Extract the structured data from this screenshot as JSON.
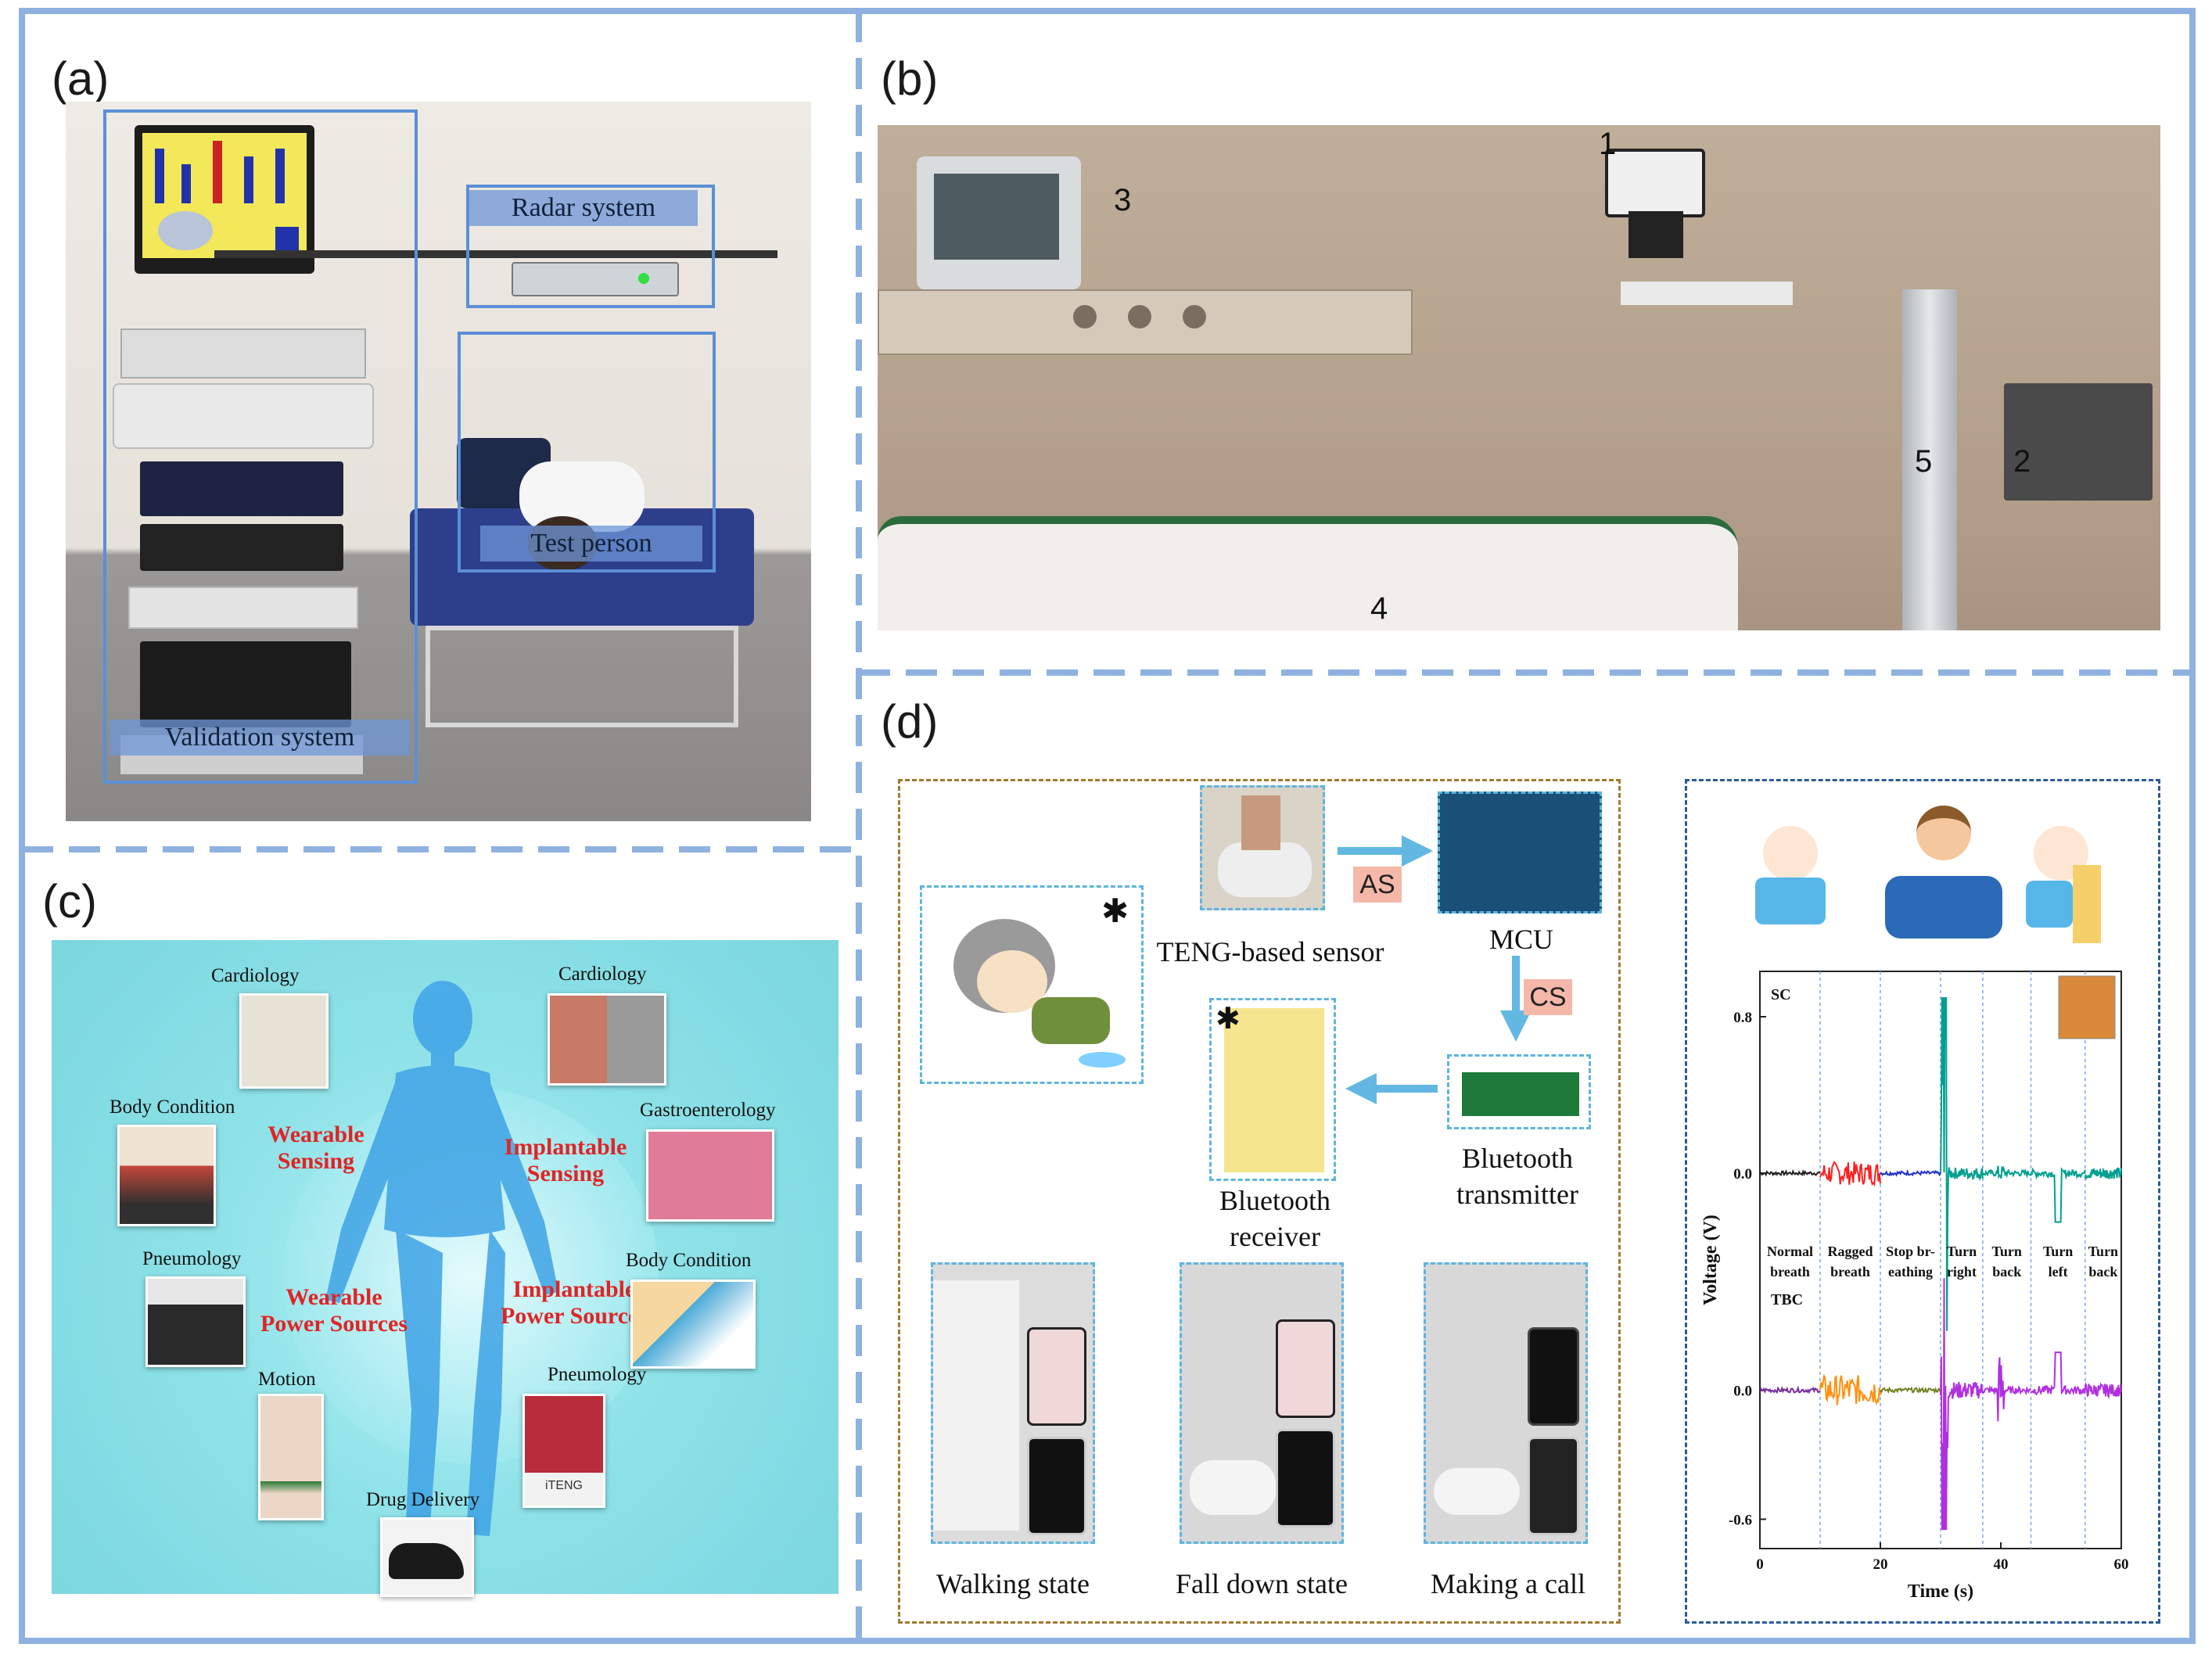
{
  "panels": {
    "a": {
      "letter": "(a)",
      "labels": {
        "radar": "Radar system",
        "test": "Test person",
        "validation": "Validation system"
      }
    },
    "b": {
      "letter": "(b)",
      "numbers": [
        "1",
        "2",
        "3",
        "4",
        "5"
      ]
    },
    "c": {
      "letter": "(c)",
      "categories": {
        "cardiology_left": "Cardiology",
        "cardiology_right": "Cardiology",
        "body_condition_left": "Body Condition",
        "gastroenterology": "Gastroenterology",
        "pneumology_left": "Pneumology",
        "body_condition_right": "Body Condition",
        "motion": "Motion",
        "pneumology_right": "Pneumology",
        "drug_delivery": "Drug Delivery"
      },
      "center_labels": {
        "wearable_sensing": "Wearable\nSensing",
        "implantable_sensing": "Implantable\nSensing",
        "wearable_power": "Wearable\nPower Sources",
        "implantable_power": "Implantable\nPower Sources"
      },
      "card_texts": {
        "itemg": "iTENG"
      }
    },
    "d": {
      "letter": "(d)",
      "flow": {
        "sensor": "TENG-based sensor",
        "mcu": "MCU",
        "bt_transmitter": "Bluetooth\ntransmitter",
        "bt_receiver": "Bluetooth\nreceiver",
        "tag_as": "AS",
        "tag_cs": "CS",
        "walking": "Walking state",
        "fall": "Fall down state",
        "call": "Making a call"
      },
      "chart_data": {
        "type": "line",
        "xlabel": "Time (s)",
        "ylabel": "Voltage (V)",
        "xlim": [
          0,
          60
        ],
        "xticks": [
          "0",
          "20",
          "40",
          "60"
        ],
        "segment_boundaries": [
          10,
          20,
          30,
          37,
          45,
          54
        ],
        "segments": [
          "Normal\nbreath",
          "Ragged\nbreath",
          "Stop br-\neathing",
          "Turn\nright",
          "Turn\nback",
          "Turn\nleft",
          "Turn\nback"
        ],
        "series": [
          {
            "name": "SC",
            "ylim": [
              -0.4,
              1.0
            ],
            "yticks": [
              {
                "v": 0.8,
                "label": "0.8"
              },
              {
                "v": 0.0,
                "label": "0.0"
              }
            ],
            "segment_colors": [
              "#222222",
              "#ff2020",
              "#2030d0",
              "#00a090",
              "#00a090",
              "#00a090",
              "#00a090"
            ]
          },
          {
            "name": "TBC",
            "ylim": [
              -0.7,
              0.5
            ],
            "yticks": [
              {
                "v": 0.0,
                "label": "0.0"
              },
              {
                "v": -0.6,
                "label": "-0.6"
              }
            ],
            "segment_colors": [
              "#7a2aa0",
              "#ff9010",
              "#708020",
              "#b030e0",
              "#b030e0",
              "#b030e0",
              "#b030e0"
            ]
          }
        ]
      }
    }
  }
}
